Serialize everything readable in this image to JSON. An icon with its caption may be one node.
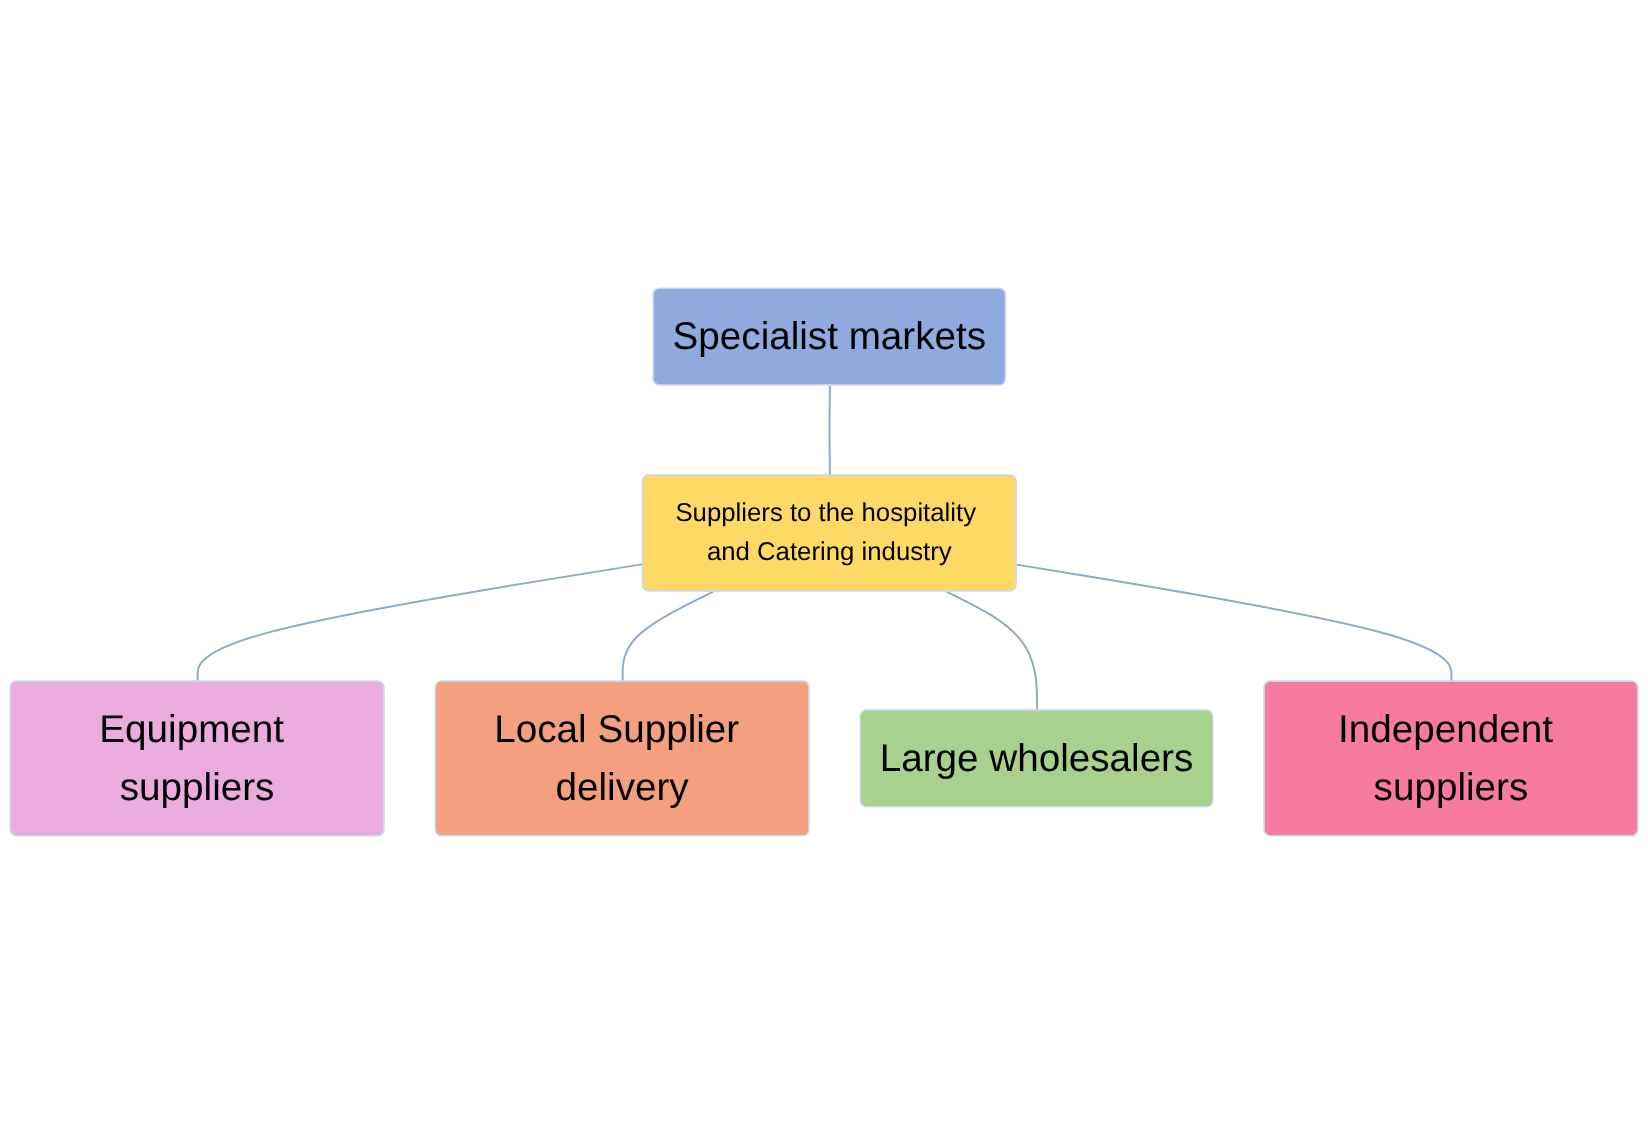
{
  "diagram": {
    "nodes": [
      {
        "text": [
          "Specialist markets"
        ]
      },
      {
        "text": [
          "Equipment suppliers"
        ]
      },
      {
        "text": [
          "Suppliers to the hospitality and Catering industry"
        ]
      },
      {
        "text": [
          "Local Supplier delivery"
        ]
      },
      {
        "text": [
          "Large wholesalers"
        ]
      },
      {
        "text": [
          "Independent suppliers"
        ]
      }
    ],
    "edges": [
      {
        "from": 0,
        "to": 2,
        "arrow": "none"
      },
      {
        "from": 2,
        "to": 1,
        "arrow": "none"
      },
      {
        "from": 2,
        "to": 3,
        "arrow": "none"
      },
      {
        "from": 2,
        "to": 4,
        "arrow": "none"
      },
      {
        "from": 2,
        "to": 5,
        "arrow": "none"
      }
    ]
  }
}
